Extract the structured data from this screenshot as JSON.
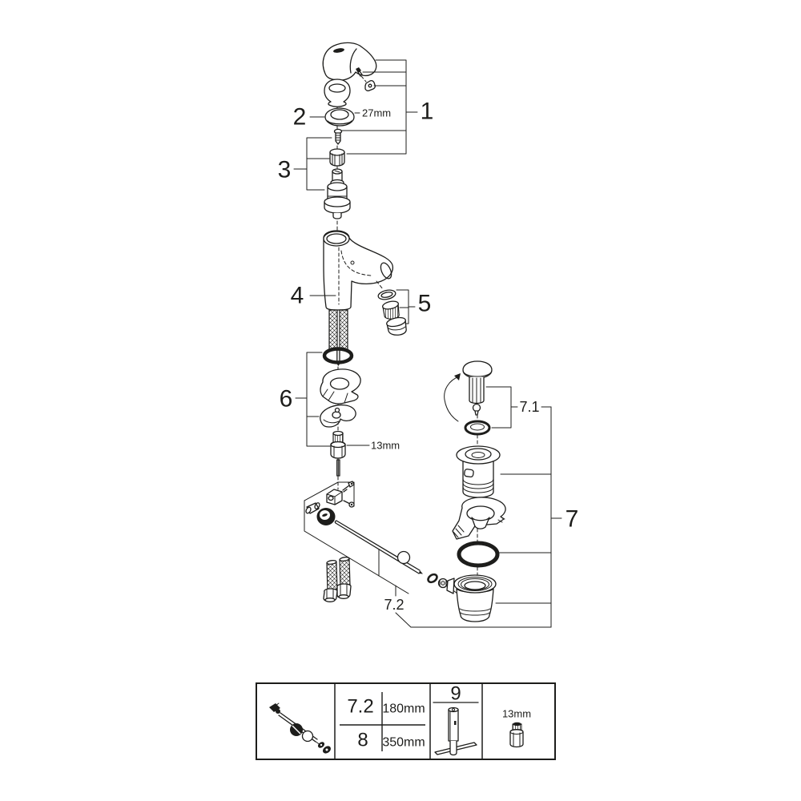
{
  "diagram": {
    "callouts": {
      "c1": "1",
      "c2": "2",
      "c3": "3",
      "c4": "4",
      "c5": "5",
      "c6": "6",
      "c7": "7",
      "c7_1": "7.1",
      "c7_2": "7.2"
    },
    "dimensions": {
      "escutcheon_ring": "27mm",
      "adapter": "13mm"
    }
  },
  "parts_table": {
    "rows": [
      {
        "part": "7.2",
        "length": "180mm"
      },
      {
        "part": "8",
        "length": "350mm"
      }
    ],
    "tool_part": "9",
    "adapter_size": "13mm"
  },
  "colors": {
    "line": "#1d1d1b",
    "background": "#ffffff"
  }
}
